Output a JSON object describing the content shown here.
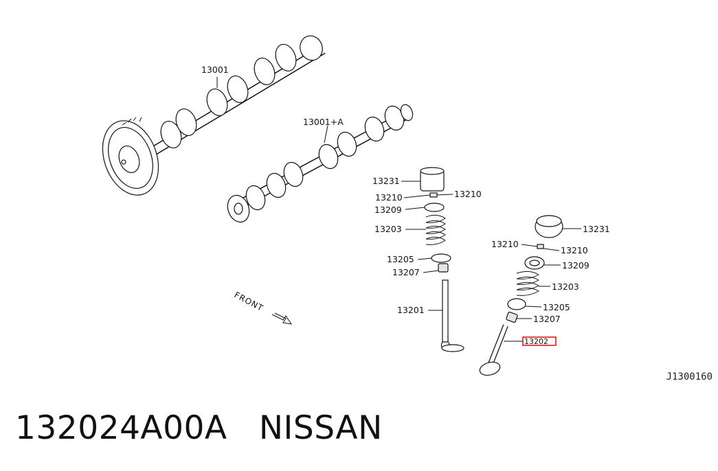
{
  "labels": {
    "camshaft_rh": "13001",
    "camshaft_lh": "13001+A",
    "lifter_a": "13231",
    "shim_a_left": "13210",
    "shim_a_right": "13210",
    "retainer_a": "13209",
    "spring_a": "13203",
    "seat_a": "13205",
    "seal_a": "13207",
    "valve_intake": "13201",
    "lifter_b": "13231",
    "shim_b_left": "13210",
    "shim_b_right": "13210",
    "retainer_b": "13209",
    "spring_b": "13203",
    "seat_b": "13205",
    "seal_b": "13207",
    "valve_exhaust": "13202"
  },
  "front_label": "FRONT",
  "diagram_code": "J1300160",
  "caption": {
    "part_number": "132024A00A",
    "brand": "NISSAN",
    "separator": "   "
  },
  "highlight_color": "#e01818"
}
